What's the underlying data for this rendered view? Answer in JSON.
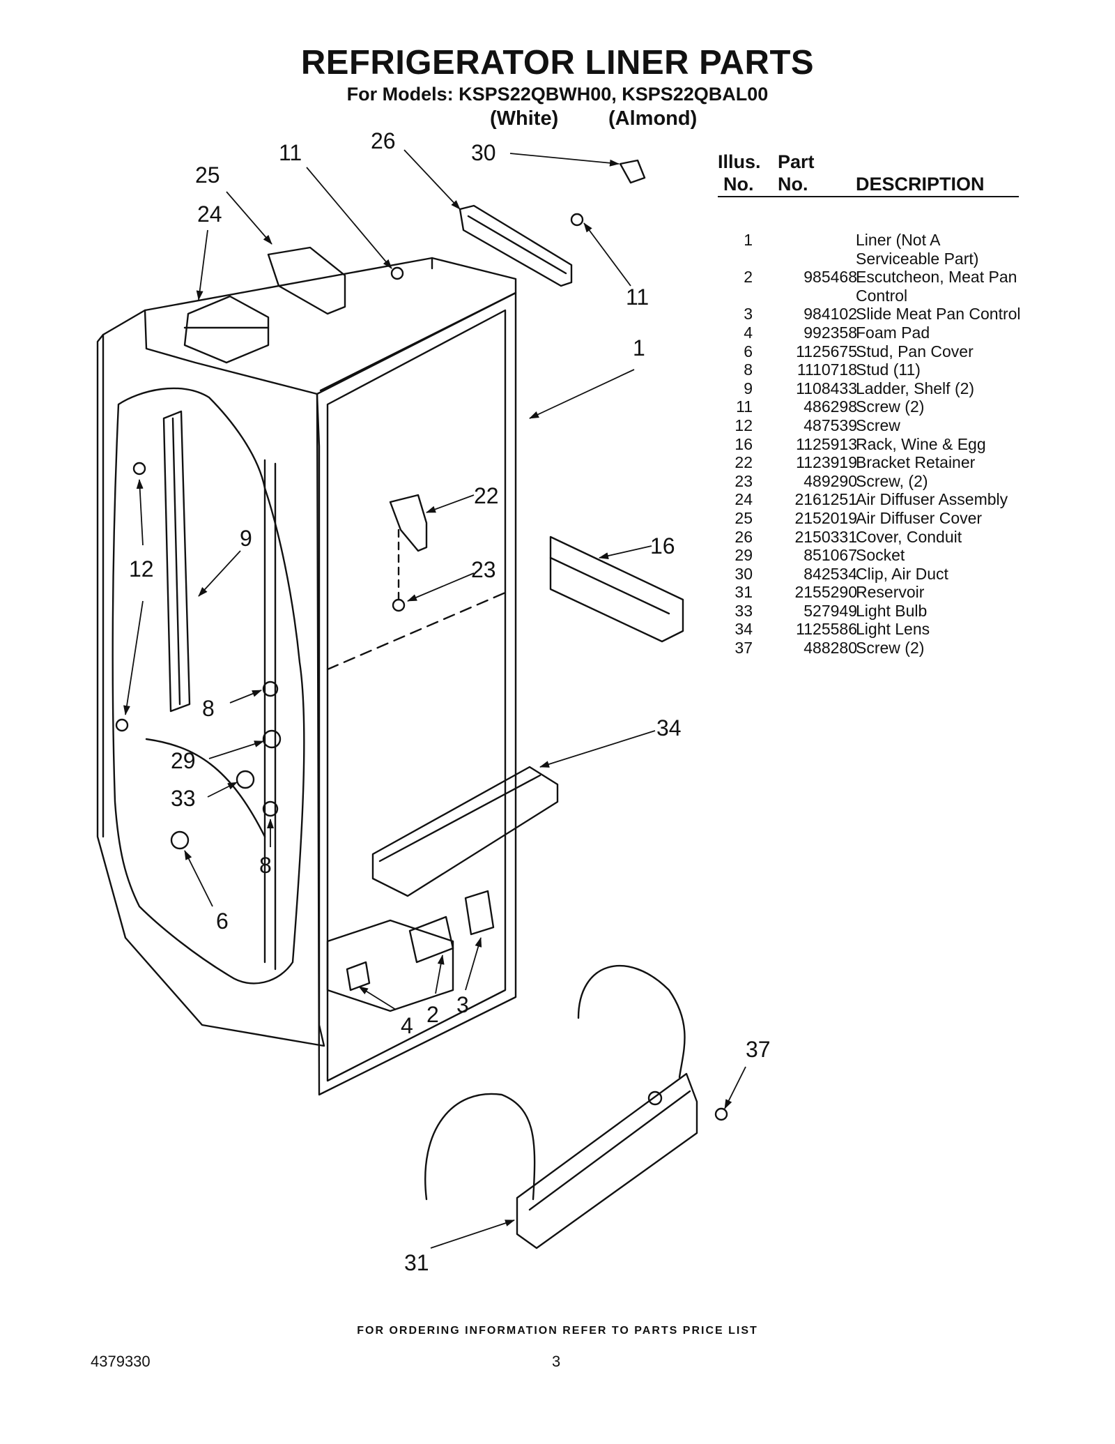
{
  "header": {
    "title": "REFRIGERATOR LINER PARTS",
    "models": "For Models: KSPS22QBWH00, KSPS22QBAL00",
    "color_white": "(White)",
    "color_almond": "(Almond)"
  },
  "table": {
    "col_illus_line1": "Illus.",
    "col_illus_line2": "No.",
    "col_part_line1": "Part",
    "col_part_line2": "No.",
    "col_desc": "DESCRIPTION",
    "rows": [
      {
        "no": "1",
        "part": "",
        "desc": "Liner (Not A Serviceable Part)"
      },
      {
        "no": "2",
        "part": "985468",
        "desc": "Escutcheon, Meat Pan Control"
      },
      {
        "no": "3",
        "part": "984102",
        "desc": "Slide Meat Pan Control"
      },
      {
        "no": "4",
        "part": "992358",
        "desc": "Foam Pad"
      },
      {
        "no": "6",
        "part": "1125675",
        "desc": "Stud, Pan Cover"
      },
      {
        "no": "8",
        "part": "1110718",
        "desc": "Stud (11)"
      },
      {
        "no": "9",
        "part": "1108433",
        "desc": "Ladder, Shelf (2)"
      },
      {
        "no": "11",
        "part": "486298",
        "desc": "Screw (2)"
      },
      {
        "no": "12",
        "part": "487539",
        "desc": "Screw"
      },
      {
        "no": "16",
        "part": "1125913",
        "desc": "Rack, Wine & Egg"
      },
      {
        "no": "22",
        "part": "1123919",
        "desc": "Bracket Retainer"
      },
      {
        "no": "23",
        "part": "489290",
        "desc": "Screw, (2)"
      },
      {
        "no": "24",
        "part": "2161251",
        "desc": "Air Diffuser Assembly"
      },
      {
        "no": "25",
        "part": "2152019",
        "desc": "Air Diffuser Cover"
      },
      {
        "no": "26",
        "part": "2150331",
        "desc": "Cover, Conduit"
      },
      {
        "no": "29",
        "part": "851067",
        "desc": "Socket"
      },
      {
        "no": "30",
        "part": "842534",
        "desc": "Clip, Air Duct"
      },
      {
        "no": "31",
        "part": "2155290",
        "desc": "Reservoir"
      },
      {
        "no": "33",
        "part": "527949",
        "desc": "Light Bulb"
      },
      {
        "no": "34",
        "part": "1125586",
        "desc": "Light Lens"
      },
      {
        "no": "37",
        "part": "488280",
        "desc": "Screw (2)"
      }
    ]
  },
  "callouts": {
    "c11a": "11",
    "c26": "26",
    "c30": "30",
    "c25": "25",
    "c24": "24",
    "c11b": "11",
    "c1": "1",
    "c22": "22",
    "c9": "9",
    "c12": "12",
    "c16": "16",
    "c23": "23",
    "c8a": "8",
    "c34": "34",
    "c29": "29",
    "c33": "33",
    "c8b": "8",
    "c6": "6",
    "c4": "4",
    "c2": "2",
    "c3": "3",
    "c37": "37",
    "c31": "31"
  },
  "footer": {
    "ordering": "FOR ORDERING INFORMATION REFER TO PARTS PRICE LIST",
    "doc_number": "4379330",
    "page_number": "3"
  }
}
